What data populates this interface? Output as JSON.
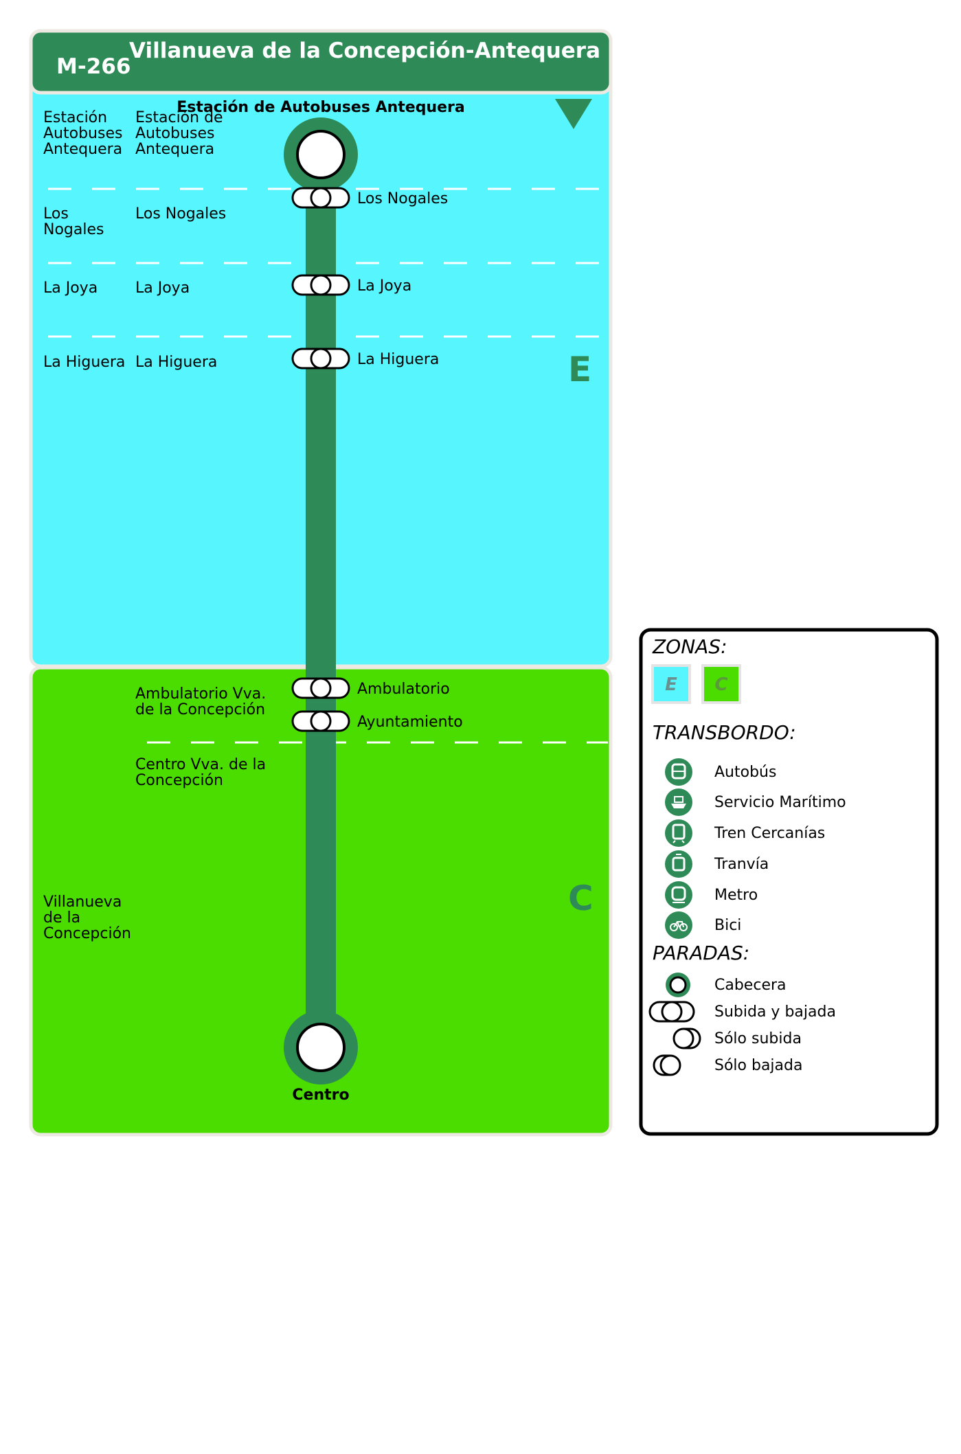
{
  "route": {
    "code": "M-266",
    "name": "Villanueva de la Concepción-Antequera",
    "color": "#2e8b57"
  },
  "zones": [
    {
      "letter": "E",
      "color": "#57f6ff"
    },
    {
      "letter": "C",
      "color": "#4bdc00"
    }
  ],
  "terminals": {
    "start": "Estación de Autobuses Antequera",
    "end": "Centro"
  },
  "municipalities": [
    {
      "lines": [
        "Estación",
        "Autobuses",
        "Antequera"
      ]
    },
    {
      "lines": [
        "Los",
        "Nogales"
      ]
    },
    {
      "lines": [
        "La Joya"
      ]
    },
    {
      "lines": [
        "La Higuera"
      ]
    },
    {
      "lines": [
        "Villanueva",
        "de la",
        "Concepción"
      ]
    }
  ],
  "areas": [
    {
      "lines": [
        "Estación de",
        "Autobuses",
        "Antequera"
      ]
    },
    {
      "lines": [
        "Los Nogales"
      ]
    },
    {
      "lines": [
        "La Joya"
      ]
    },
    {
      "lines": [
        "La Higuera"
      ]
    },
    {
      "lines": [
        "Ambulatorio Vva.",
        "de la Concepción"
      ]
    },
    {
      "lines": [
        "Centro Vva. de la",
        "Concepción"
      ]
    }
  ],
  "stops": [
    {
      "name": "Los Nogales",
      "type": "subida y bajada"
    },
    {
      "name": "La Joya",
      "type": "subida y bajada"
    },
    {
      "name": "La Higuera",
      "type": "subida y bajada"
    },
    {
      "name": "Ambulatorio",
      "type": "subida y bajada"
    },
    {
      "name": "Ayuntamiento",
      "type": "subida y bajada"
    }
  ],
  "legend": {
    "zones_title": "ZONAS:",
    "zone_swatches": [
      {
        "letter": "E",
        "color": "#57f6ff"
      },
      {
        "letter": "C",
        "color": "#4bdc00"
      }
    ],
    "transfer_title": "TRANSBORDO:",
    "transfers": [
      {
        "label": "Autobús",
        "icon": "bus-icon"
      },
      {
        "label": "Servicio Marítimo",
        "icon": "ferry-icon"
      },
      {
        "label": "Tren Cercanías",
        "icon": "train-icon"
      },
      {
        "label": "Tranvía",
        "icon": "tram-icon"
      },
      {
        "label": "Metro",
        "icon": "metro-icon"
      },
      {
        "label": "Bici",
        "icon": "bicycle-icon"
      }
    ],
    "stops_title": "PARADAS:",
    "stop_types": [
      {
        "label": "Cabecera",
        "symbol": "terminal"
      },
      {
        "label": "Subida y bajada",
        "symbol": "both"
      },
      {
        "label": "Sólo subida",
        "symbol": "up"
      },
      {
        "label": "Sólo bajada",
        "symbol": "down"
      }
    ]
  }
}
